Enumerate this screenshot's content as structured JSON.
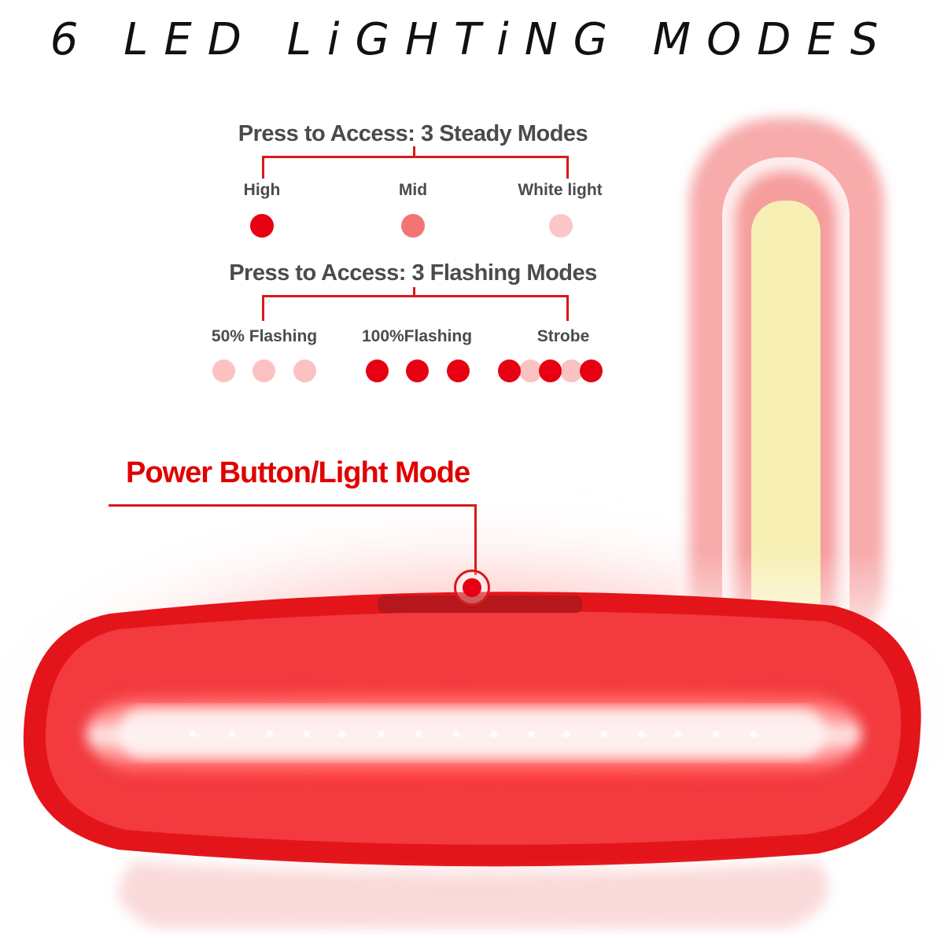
{
  "title": "6 LED LiGHTiNG MODES",
  "steady": {
    "heading": "Press to Access: 3 Steady Modes",
    "modes": [
      {
        "label": "High",
        "color": "#e60012"
      },
      {
        "label": "Mid",
        "color": "#f47474"
      },
      {
        "label": "White light",
        "color": "#fbc7c7"
      }
    ]
  },
  "flashing": {
    "heading": "Press to Access: 3 Flashing Modes",
    "modes": [
      {
        "label": "50% Flashing",
        "dot_colors": [
          "#fcc2c2",
          "#fcc2c2",
          "#fcc2c2"
        ]
      },
      {
        "label": "100%Flashing",
        "dot_colors": [
          "#e60012",
          "#e60012",
          "#e60012"
        ]
      },
      {
        "label": "Strobe",
        "dot_colors": [
          "#e60012",
          "#fcc2c2",
          "#e60012",
          "#fcc2c2",
          "#e60012"
        ]
      }
    ]
  },
  "power_label": "Power Button/Light Mode",
  "colors": {
    "accent": "#d71a1a",
    "light_red": "#e8232b",
    "text_gray": "#4b4b4b"
  }
}
